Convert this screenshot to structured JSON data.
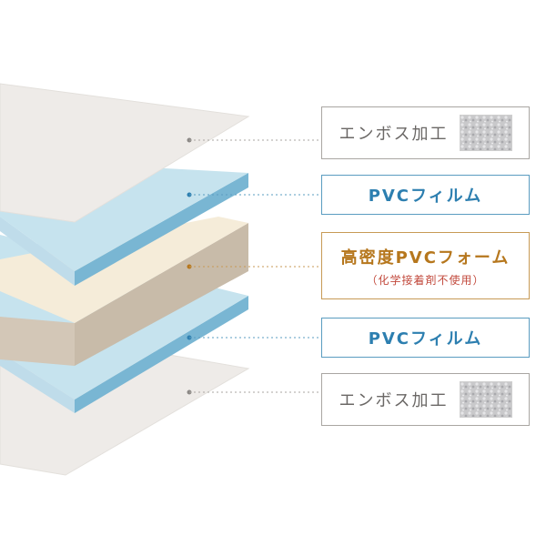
{
  "layers": [
    {
      "name": "emboss-top",
      "label": "エンボス加工",
      "sub": "",
      "kind": "emboss"
    },
    {
      "name": "pvc-film-top",
      "label": "PVCフィルム",
      "sub": "",
      "kind": "film"
    },
    {
      "name": "pvc-foam",
      "label": "高密度PVCフォーム",
      "sub": "（化学接着剤不使用）",
      "kind": "foam"
    },
    {
      "name": "pvc-film-bottom",
      "label": "PVCフィルム",
      "sub": "",
      "kind": "film"
    },
    {
      "name": "emboss-bottom",
      "label": "エンボス加工",
      "sub": "",
      "kind": "emboss"
    }
  ],
  "colors": {
    "emboss_face": "#eeebe8",
    "emboss_edge": "#dcd8d3",
    "film_face": "#c6e3ee",
    "film_edge": "#79b6d3",
    "foam_face": "#f5ecd9",
    "foam_edge": "#c8bba9",
    "emboss_border": "#a9a6a2",
    "film_border": "#5a9cc0",
    "foam_border": "#c79a55"
  }
}
